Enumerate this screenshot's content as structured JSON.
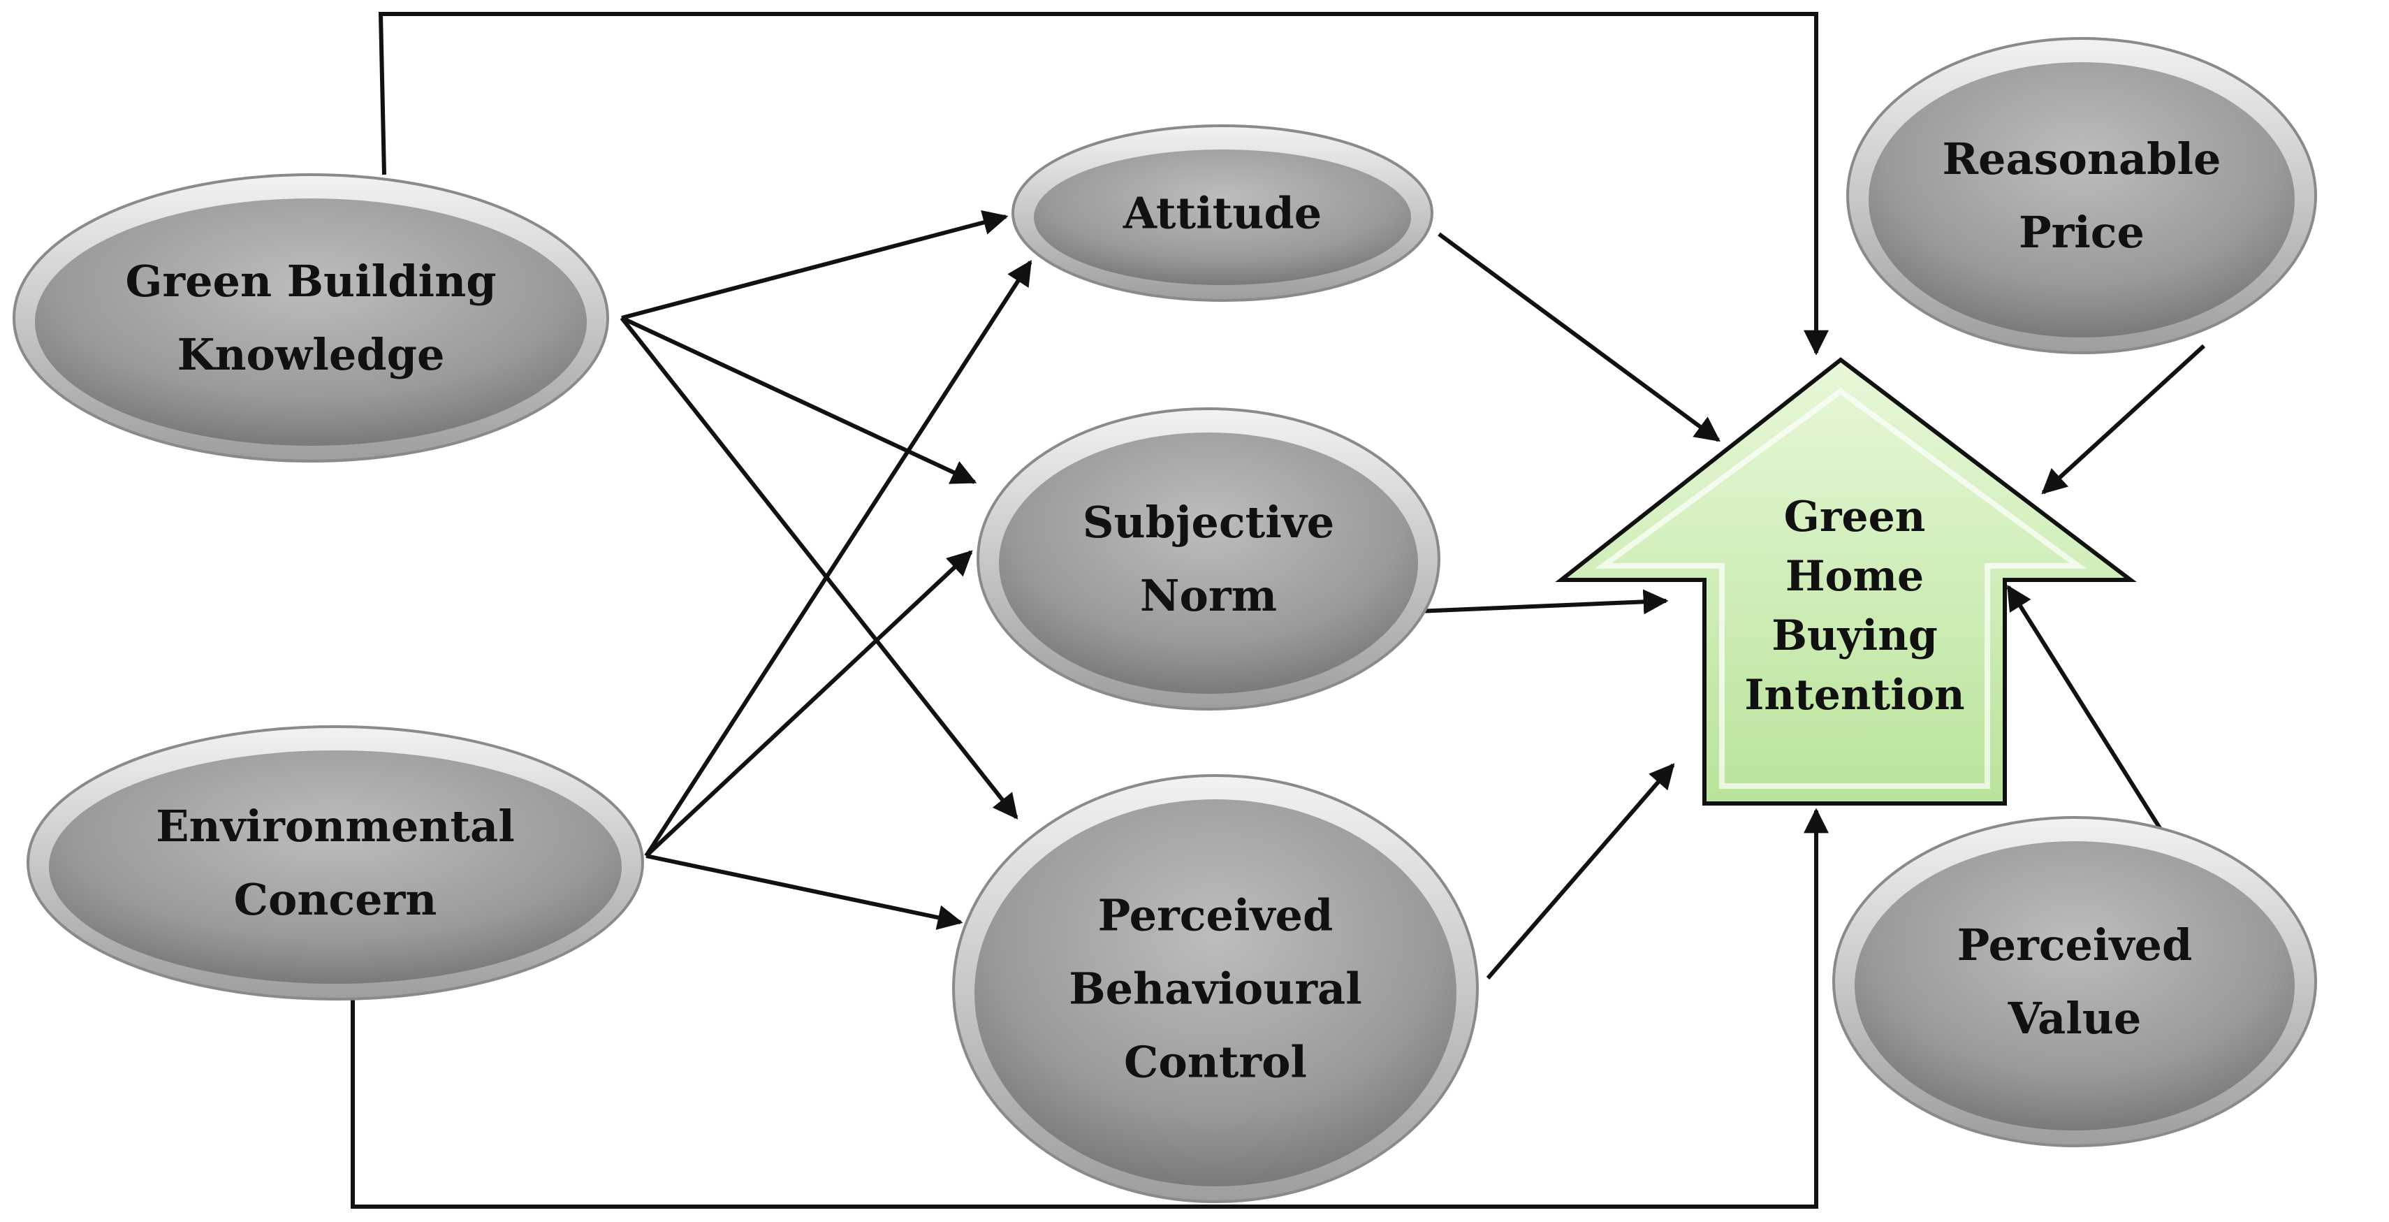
{
  "diagram": {
    "nodes": [
      {
        "id": "gbk",
        "lines": [
          "Green Building",
          "Knowledge"
        ]
      },
      {
        "id": "ec",
        "lines": [
          "Environmental",
          "Concern"
        ]
      },
      {
        "id": "att",
        "lines": [
          "Attitude"
        ]
      },
      {
        "id": "sn",
        "lines": [
          "Subjective",
          "Norm"
        ]
      },
      {
        "id": "pbc",
        "lines": [
          "Perceived",
          "Behavioural",
          "Control"
        ]
      },
      {
        "id": "rp",
        "lines": [
          "Reasonable",
          "Price"
        ]
      },
      {
        "id": "pv",
        "lines": [
          "Perceived",
          "Value"
        ]
      },
      {
        "id": "ghbi",
        "lines": [
          "Green",
          "Home",
          "Buying",
          "Intention"
        ]
      }
    ],
    "edges": [
      {
        "from": "gbk",
        "to": "att"
      },
      {
        "from": "gbk",
        "to": "sn"
      },
      {
        "from": "gbk",
        "to": "pbc"
      },
      {
        "from": "ec",
        "to": "att"
      },
      {
        "from": "ec",
        "to": "sn"
      },
      {
        "from": "ec",
        "to": "pbc"
      },
      {
        "from": "att",
        "to": "ghbi"
      },
      {
        "from": "sn",
        "to": "ghbi"
      },
      {
        "from": "pbc",
        "to": "ghbi"
      },
      {
        "from": "rp",
        "to": "ghbi"
      },
      {
        "from": "pv",
        "to": "ghbi"
      },
      {
        "from": "gbk",
        "to": "ghbi"
      },
      {
        "from": "ec",
        "to": "ghbi"
      }
    ],
    "colors": {
      "ellipse_fill": "#9a9a9a",
      "ellipse_rim": "#e0e0e0",
      "arrow_shape_fill": "#d3f0bc",
      "arrow_shape_stroke": "#111111",
      "connector": "#111111"
    }
  }
}
